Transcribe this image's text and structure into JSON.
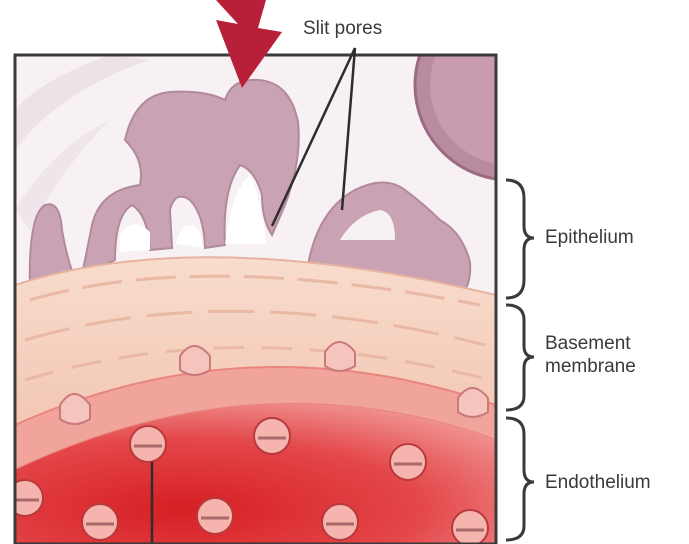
{
  "diagram": {
    "labels": {
      "slit_pores": "Slit pores",
      "epithelium": "Epithelium",
      "basement_membrane": "Basement\nmembrane",
      "endothelium": "Endothelium"
    },
    "colors": {
      "arrow": "#b8203a",
      "podocyte": "#caa3b3",
      "podocyte_edge": "#a07286",
      "capsule_space": "#f7f1f4",
      "basement_membrane": "#f6d5c5",
      "endothelium": "#e85555",
      "blood": "#d92b2e",
      "frame": "#3a3a3a"
    }
  }
}
